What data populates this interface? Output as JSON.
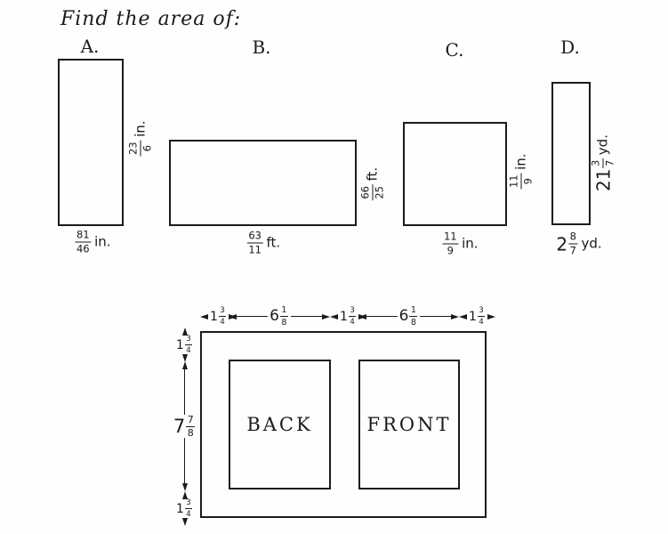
{
  "title": "Find the area of:",
  "colors": {
    "ink": "#1b1b1b",
    "paper": "#fefefd"
  },
  "rects": [
    {
      "label": "A.",
      "side": {
        "whole": "",
        "num": "23",
        "den": "6",
        "unit": "in."
      },
      "bottom": {
        "whole": "",
        "num": "81",
        "den": "46",
        "unit": "in."
      }
    },
    {
      "label": "B.",
      "side": {
        "whole": "",
        "num": "66",
        "den": "25",
        "unit": "ft."
      },
      "bottom": {
        "whole": "",
        "num": "63",
        "den": "11",
        "unit": "ft."
      }
    },
    {
      "label": "C.",
      "side": {
        "whole": "",
        "num": "11",
        "den": "9",
        "unit": "in."
      },
      "bottom": {
        "whole": "",
        "num": "11",
        "den": "9",
        "unit": "in."
      }
    },
    {
      "label": "D.",
      "side": {
        "whole": "21",
        "num": "3",
        "den": "7",
        "unit": "yd."
      },
      "bottom": {
        "whole": "2",
        "num": "8",
        "den": "7",
        "unit": "yd."
      }
    }
  ],
  "figure": {
    "top_dims": [
      {
        "whole": "1",
        "num": "3",
        "den": "4"
      },
      {
        "whole": "6",
        "num": "1",
        "den": "8"
      },
      {
        "whole": "1",
        "num": "3",
        "den": "4"
      },
      {
        "whole": "6",
        "num": "1",
        "den": "8"
      },
      {
        "whole": "1",
        "num": "3",
        "den": "4"
      }
    ],
    "left_dims": [
      {
        "whole": "1",
        "num": "3",
        "den": "4"
      },
      {
        "whole": "7",
        "num": "7",
        "den": "8"
      },
      {
        "whole": "1",
        "num": "3",
        "den": "4"
      }
    ],
    "panels": [
      {
        "label": "BACK"
      },
      {
        "label": "FRONT"
      }
    ]
  }
}
